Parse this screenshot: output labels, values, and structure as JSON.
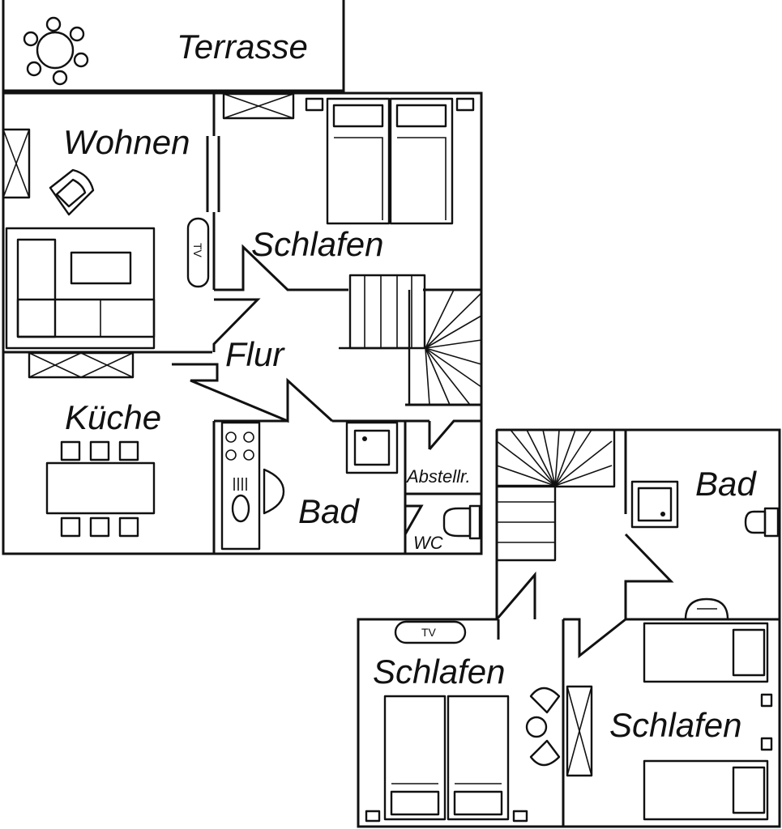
{
  "rooms": {
    "terrasse": "Terrasse",
    "wohnen": "Wohnen",
    "schlafen_top": "Schlafen",
    "flur": "Flur",
    "kueche": "Küche",
    "bad_ground": "Bad",
    "abstellraum": "Abstellr.",
    "wc": "WC",
    "bad_upper": "Bad",
    "schlafen_upper_left": "Schlafen",
    "schlafen_upper_right": "Schlafen"
  },
  "fixtures": {
    "tv_living": "TV",
    "tv_bedroom": "TV"
  }
}
